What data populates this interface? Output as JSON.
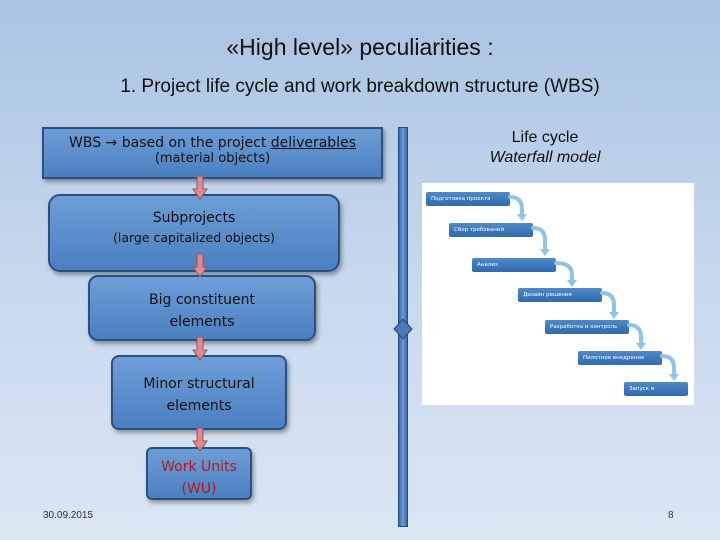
{
  "slide": {
    "title": "«High level» peculiarities :",
    "subtitle": "1. Project life cycle and work breakdown structure (WBS)",
    "date": "30.09.2015",
    "page_number": "8"
  },
  "wbs": {
    "box_top": {
      "prefix": "WBS",
      "arrow_glyph": "→",
      "text_before": " based on the project ",
      "underlined": "deliverables",
      "line2": "(material objects)"
    },
    "subprojects": {
      "line1": "Subprojects",
      "line2": "(large capitalized objects)"
    },
    "big": {
      "line1": "Big constituent",
      "line2": "elements"
    },
    "minor": {
      "line1": "Minor structural",
      "line2": "elements"
    },
    "work_units": {
      "line1": "Work Units",
      "line2": "(WU)"
    }
  },
  "life_cycle": {
    "title_line1": "Life cycle",
    "title_line2": "Waterfall model",
    "steps": [
      "Подготовка проекта",
      "Сбор требований",
      "Анализ",
      "Дизайн решения",
      "Разработка и контроль",
      "Пилотное внедрение",
      "Запуск и поддержка"
    ]
  },
  "colors": {
    "box_fill": "#5b8ecb",
    "wu_text": "#c0121b",
    "arrow": "#e8868c"
  }
}
